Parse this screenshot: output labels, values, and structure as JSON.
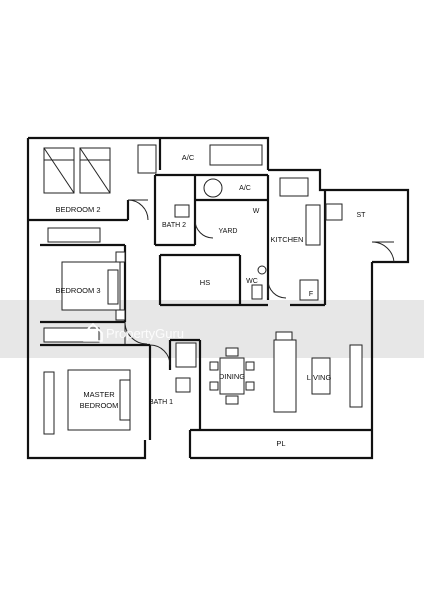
{
  "rooms": {
    "ac_top": "A/C",
    "ac_mid": "A/C",
    "bedroom_2": "BEDROOM 2",
    "bath_2": "BATH 2",
    "yard": "YARD",
    "w": "W",
    "kitchen": "KITCHEN",
    "st": "ST",
    "bedroom_3": "BEDROOM 3",
    "hs": "HS",
    "wc": "WC",
    "f": "F",
    "master_bedroom_line1": "MASTER",
    "master_bedroom_line2": "BEDROOM",
    "bath_1": "BATH 1",
    "dining": "DINING",
    "living": "LIVING",
    "pl": "PL"
  },
  "watermark": {
    "brand": "PropertyGuru"
  }
}
